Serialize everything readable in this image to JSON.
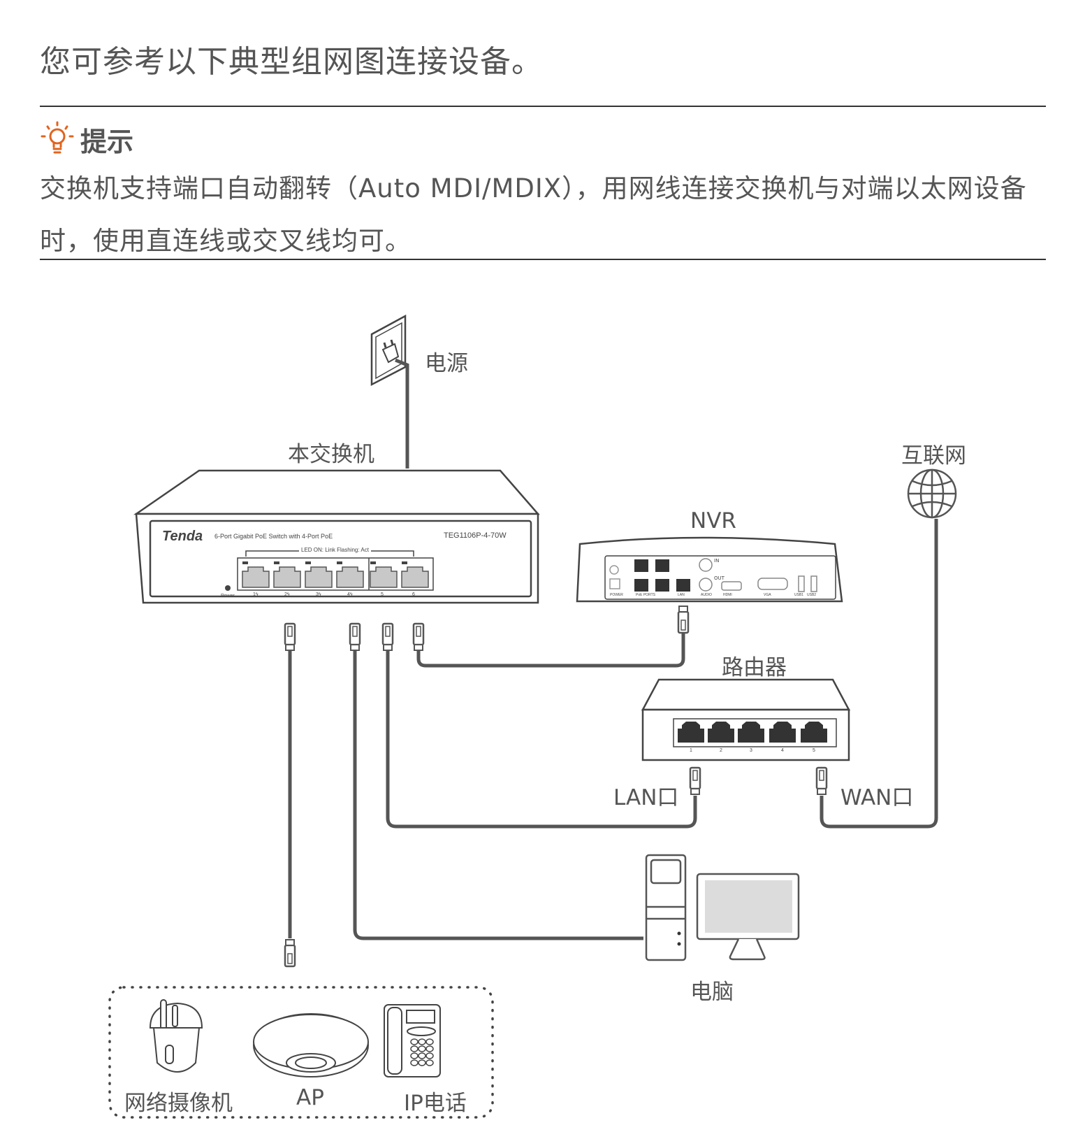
{
  "intro": "您可参考以下典型组网图连接设备。",
  "tip": {
    "icon": "lightbulb-icon",
    "icon_color": "#e0641e",
    "title": "提示",
    "body": "交换机支持端口自动翻转（Auto  MDI/MDIX），用网线连接交换机与对端以太网设备时，使用直连线或交叉线均可。"
  },
  "diagram": {
    "power_label": "电源",
    "switch_label": "本交换机",
    "internet_label": "互联网",
    "nvr_label": "NVR",
    "router_label": "路由器",
    "lan_port_label": "LAN口",
    "wan_port_label": "WAN口",
    "pc_label": "电脑",
    "switch_panel": {
      "brand": "Tenda",
      "description": "6-Port Gigabit PoE Switch with 4-Port PoE",
      "model": "TEG1106P-4-70W",
      "led_legend": "LED ON: Link  Flashing: Act",
      "power_led_label": "Power",
      "port_labels": [
        "1ϟ",
        "2ϟ",
        "3ϟ",
        "4ϟ",
        "5",
        "6"
      ]
    },
    "nvr_panel": {
      "labels": [
        "POWER",
        "PoE  PORTS",
        "LAN",
        "AUDIO",
        "HDMI",
        "VGA",
        "USB1",
        "USB2"
      ],
      "audio_in": "IN",
      "audio_out": "OUT"
    },
    "router_ports": [
      "1",
      "2",
      "3",
      "4",
      "5"
    ],
    "endpoint_devices": [
      {
        "name": "网络摄像机"
      },
      {
        "name": "AP"
      },
      {
        "name": "IP电话"
      }
    ]
  },
  "colors": {
    "line": "#555555",
    "port_fill": "#c8c8c8",
    "port_dark": "#333333",
    "screen": "#dcdcdc"
  }
}
